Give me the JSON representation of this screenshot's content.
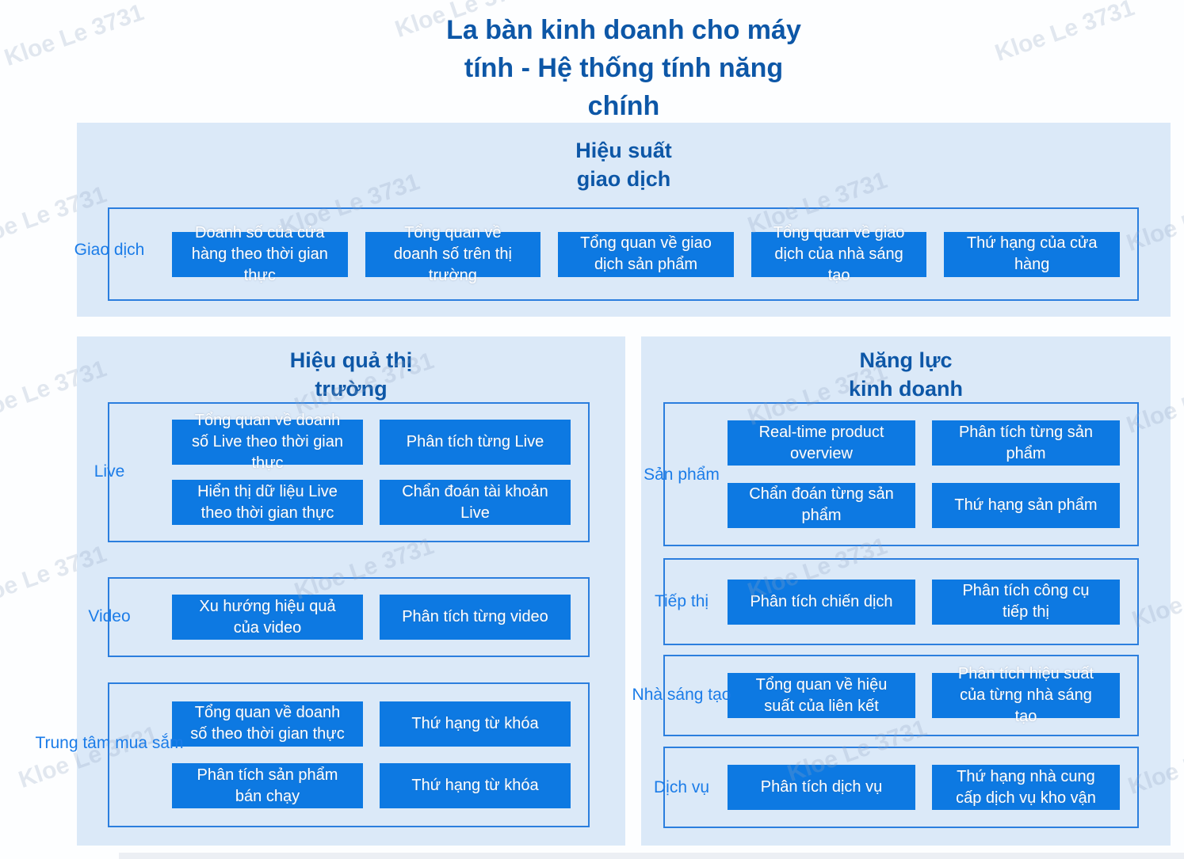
{
  "title": "La bàn kinh doanh cho máy\ntính - Hệ thống tính năng\nchính",
  "watermark": {
    "text": "Kloe Le 3731"
  },
  "colors": {
    "button_blue": "#0d79e2",
    "panel_background": "#dbe9f8",
    "box_border_blue": "#2b7ede",
    "heading_blue": "#0d57a7",
    "label_blue": "#1b7ce8",
    "page_background": "#ffffff"
  },
  "sections": {
    "transaction": {
      "header": "Hiệu suất\ngiao dịch",
      "rows": [
        {
          "label": "Giao dịch",
          "buttons": [
            "Doanh số của cửa hàng theo thời gian thực",
            "Tổng quan về doanh số trên thị trường",
            "Tổng quan về giao dịch sản phẩm",
            "Tổng quan về giao dịch của nhà sáng tạo",
            "Thứ hạng của cửa hàng"
          ]
        }
      ]
    },
    "market": {
      "header": "Hiệu quả thị\ntrường",
      "rows": [
        {
          "label": "Live",
          "buttons": [
            "Tổng quan về doanh số Live theo thời gian thực",
            "Phân tích từng Live",
            "Hiển thị dữ liệu Live theo thời gian thực",
            "Chẩn đoán tài khoản Live"
          ]
        },
        {
          "label": "Video",
          "buttons": [
            "Xu hướng hiệu quả của video",
            "Phân tích từng video"
          ]
        },
        {
          "label": "Trung tâm mua sắm",
          "buttons": [
            "Tổng quan về doanh số theo thời gian thực",
            "Thứ hạng từ khóa",
            "Phân tích sản phẩm bán chạy",
            "Thứ hạng từ khóa"
          ]
        }
      ]
    },
    "business": {
      "header": "Năng lực\nkinh doanh",
      "rows": [
        {
          "label": "Sản phẩm",
          "buttons": [
            "Real-time product overview",
            "Phân tích từng sản phẩm",
            "Chẩn đoán từng sản phẩm",
            "Thứ hạng sản phẩm"
          ]
        },
        {
          "label": "Tiếp thị",
          "buttons": [
            "Phân tích chiến dịch",
            "Phân tích công cụ tiếp thị"
          ]
        },
        {
          "label": "Nhà sáng tạo",
          "buttons": [
            "Tổng quan về hiệu suất của liên kết",
            "Phân tích hiệu suất của từng nhà sáng tạo"
          ]
        },
        {
          "label": "Dịch vụ",
          "buttons": [
            "Phân tích dịch vụ",
            "Thứ hạng nhà cung cấp dịch vụ kho vận"
          ]
        }
      ]
    }
  }
}
